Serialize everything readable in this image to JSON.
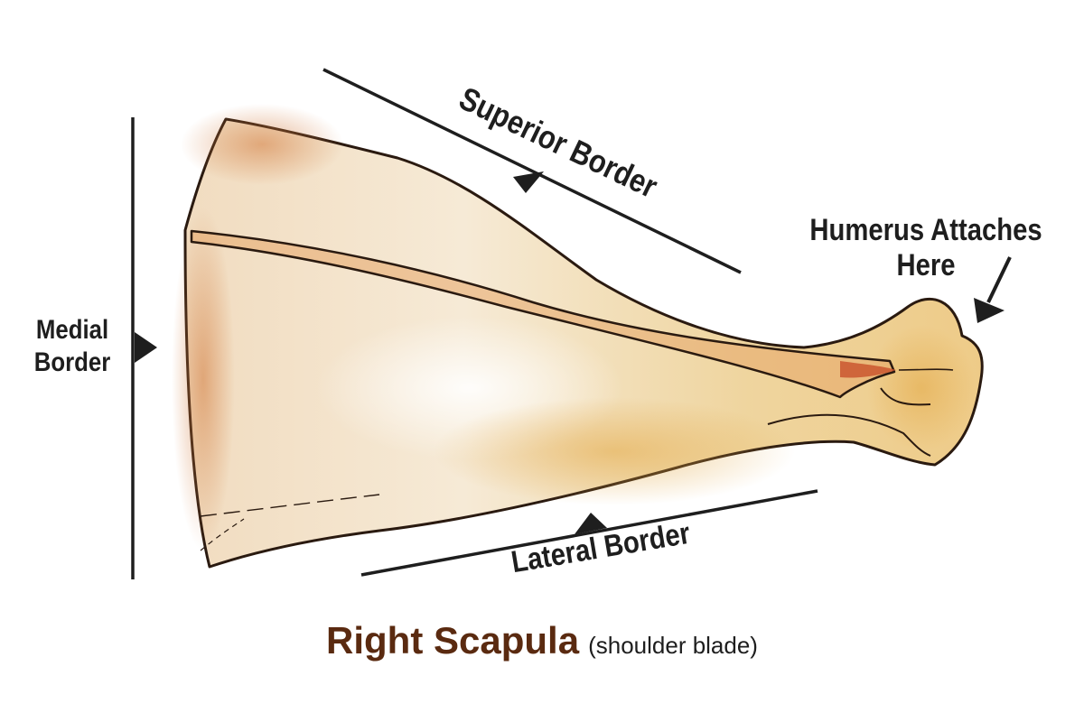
{
  "labels": {
    "medial_line1": "Medial",
    "medial_line2": "Border",
    "superior": "Superior Border",
    "lateral": "Lateral Border",
    "humerus_line1": "Humerus Attaches",
    "humerus_line2": "Here"
  },
  "title": {
    "main": "Right Scapula",
    "sub": "(shoulder blade)"
  },
  "colors": {
    "ink": "#1e1e1e",
    "title": "#5a2a10",
    "bone_light": "#f4e6cf",
    "bone_mid": "#e9c990",
    "bone_edge": "#c7703a"
  }
}
